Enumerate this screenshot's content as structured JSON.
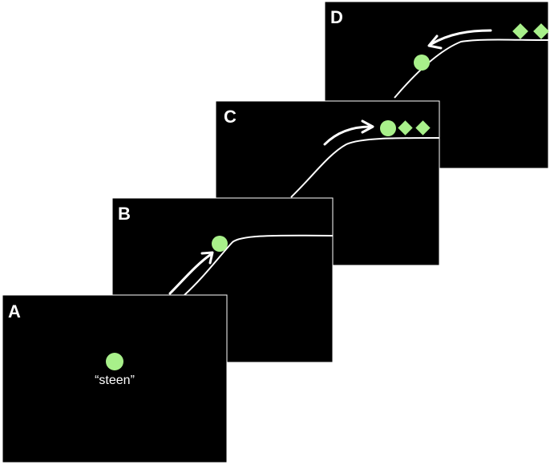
{
  "colors": {
    "background": "#000000",
    "stroke": "#ffffff",
    "token": "#a8f08a"
  },
  "panels": [
    {
      "label": "D"
    },
    {
      "label": "C"
    },
    {
      "label": "B"
    },
    {
      "label": "A",
      "caption": "“steen”"
    }
  ],
  "shapes": {
    "circle": "circle-token",
    "diamond": "diamond-token"
  }
}
